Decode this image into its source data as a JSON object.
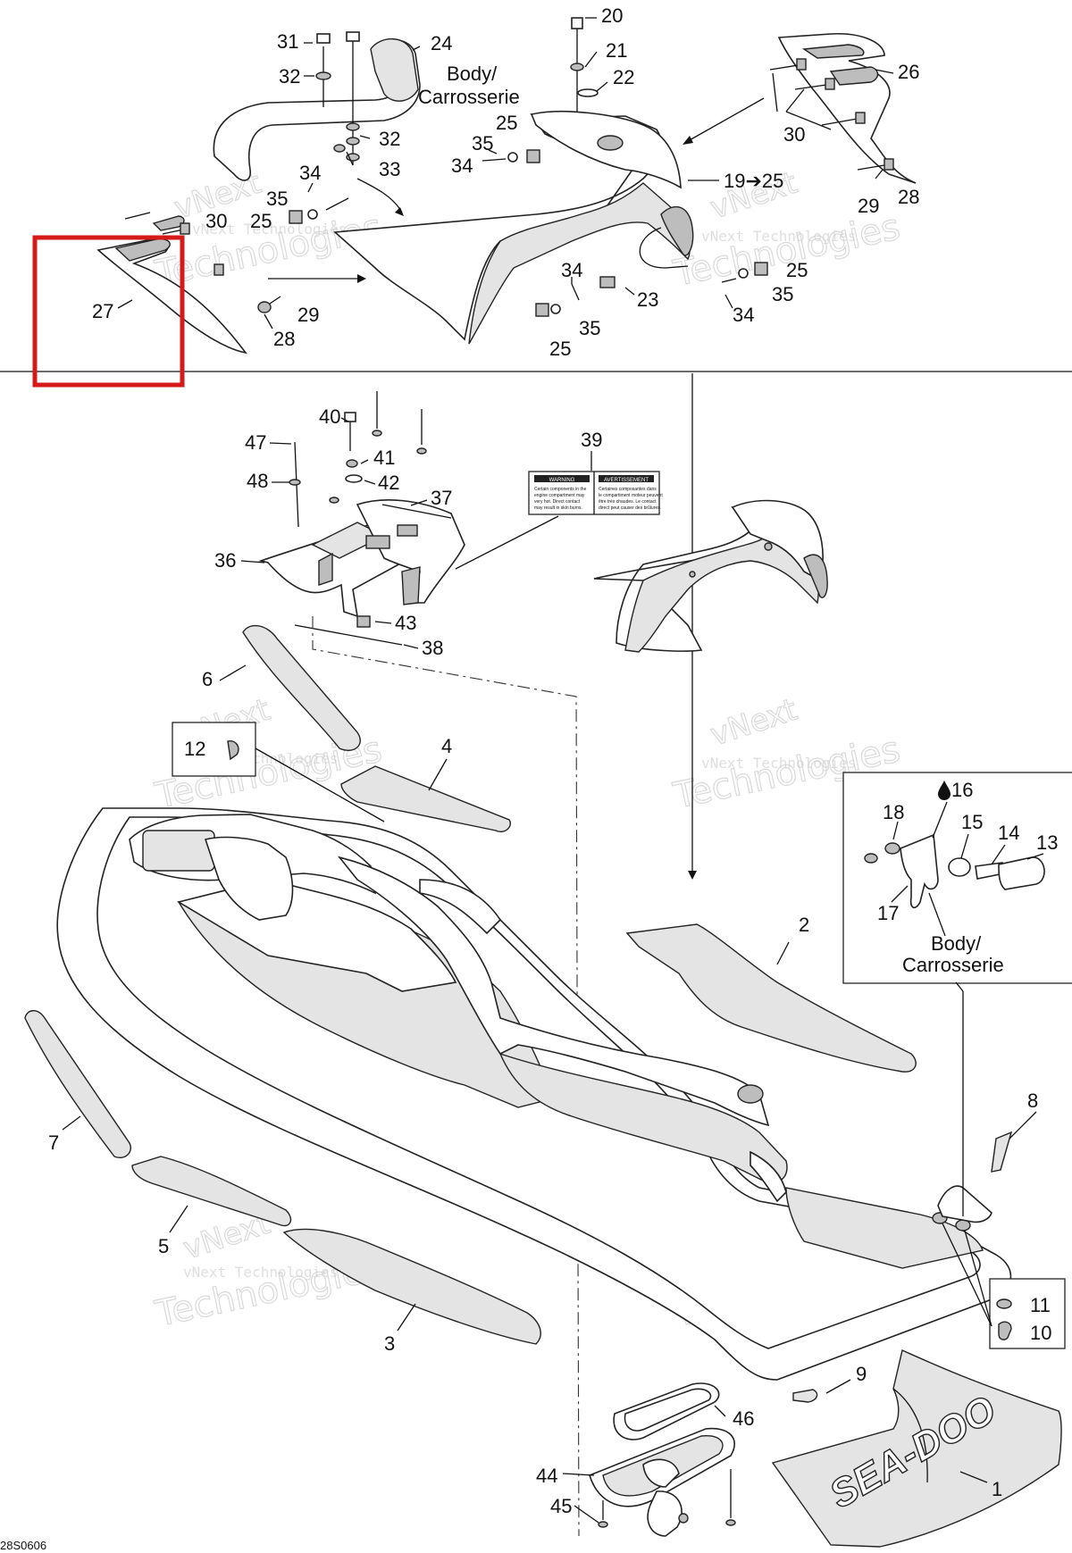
{
  "diagram": {
    "labels": {
      "body_top": [
        "Body/",
        "Carrosserie"
      ],
      "body_inset": [
        "Body/",
        "Carrosserie"
      ],
      "ref_code": "28S0606"
    },
    "callouts": {
      "c20": "20",
      "c21": "21",
      "c22": "22",
      "c24": "24",
      "c26": "26",
      "c31": "31",
      "c32a": "32",
      "c32b": "32",
      "c33": "33",
      "c25a": "25",
      "c35a": "35",
      "c34a": "34",
      "c19": "19➔25",
      "c30a": "30",
      "c29a": "29",
      "c28a": "28",
      "c34b": "34",
      "c35b": "35",
      "c25b": "25",
      "c30b": "30",
      "c27": "27",
      "c29b": "29",
      "c28b": "28",
      "c34c": "34",
      "c23": "23",
      "c35c": "35",
      "c25c": "25",
      "c25d": "25",
      "c35d": "35",
      "c34d": "34",
      "c40": "40",
      "c41": "41",
      "c42": "42",
      "c47": "47",
      "c48": "48",
      "c37": "37",
      "c36": "36",
      "c39": "39",
      "c43": "43",
      "c38": "38",
      "c6": "6",
      "c12": "12",
      "c4": "4",
      "c16": "16",
      "c18": "18",
      "c15": "15",
      "c14": "14",
      "c13": "13",
      "c17": "17",
      "c2": "2",
      "c8": "8",
      "c7": "7",
      "c5": "5",
      "c3": "3",
      "c11": "11",
      "c10": "10",
      "c9": "9",
      "c46": "46",
      "c44": "44",
      "c45": "45",
      "c1": "1"
    },
    "watermarks": [
      "vNext Technologies",
      "Technologies",
      "vNext"
    ],
    "warning_label": {
      "left_title": "WARNING",
      "right_title": "AVERTISSEMENT",
      "left_text": [
        "Certain components in the",
        "engine compartment may",
        "very hot. Direct contact",
        "may result in skin burns."
      ],
      "right_text": [
        "Certaines composantes dans",
        "le compartiment moteur peuvent",
        "être très chaudes. Le contact",
        "direct peut causer des brûlures."
      ]
    },
    "decal_text": "SEA-DOO",
    "highlight_color": "#d61a1a"
  }
}
